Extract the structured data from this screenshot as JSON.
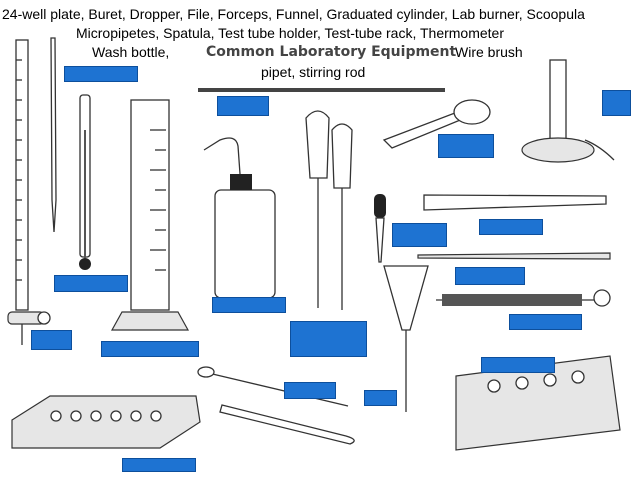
{
  "word_bank": {
    "line1": "24-well plate, Buret, Dropper, File, Forceps, Funnel, Graduated cylinder, Lab burner, Scoopula",
    "line2": "Micropipetes, Spatula, Test tube holder, Test-tube rack, Thermometer",
    "line3_left": "Wash bottle,",
    "line3_right": "Wire brush",
    "line4": "pipet, stirring rod"
  },
  "title": "Common Laboratory Equipment",
  "colors": {
    "answer_box": "#1e73d2",
    "line_art": "#333333"
  },
  "answer_boxes": [
    "buret-box",
    "graduated-cylinder-box",
    "thermometer-box",
    "stirring-rod-box",
    "wash-bottle-box",
    "micropipets-box",
    "test-tube-holder-box",
    "lab-burner-box",
    "dropper-box",
    "forceps-box",
    "file-box",
    "wire-brush-box",
    "spatula-box",
    "scoopula-box",
    "funnel-box",
    "well-plate-box",
    "test-tube-rack-box",
    "buret-stopcock-box"
  ]
}
